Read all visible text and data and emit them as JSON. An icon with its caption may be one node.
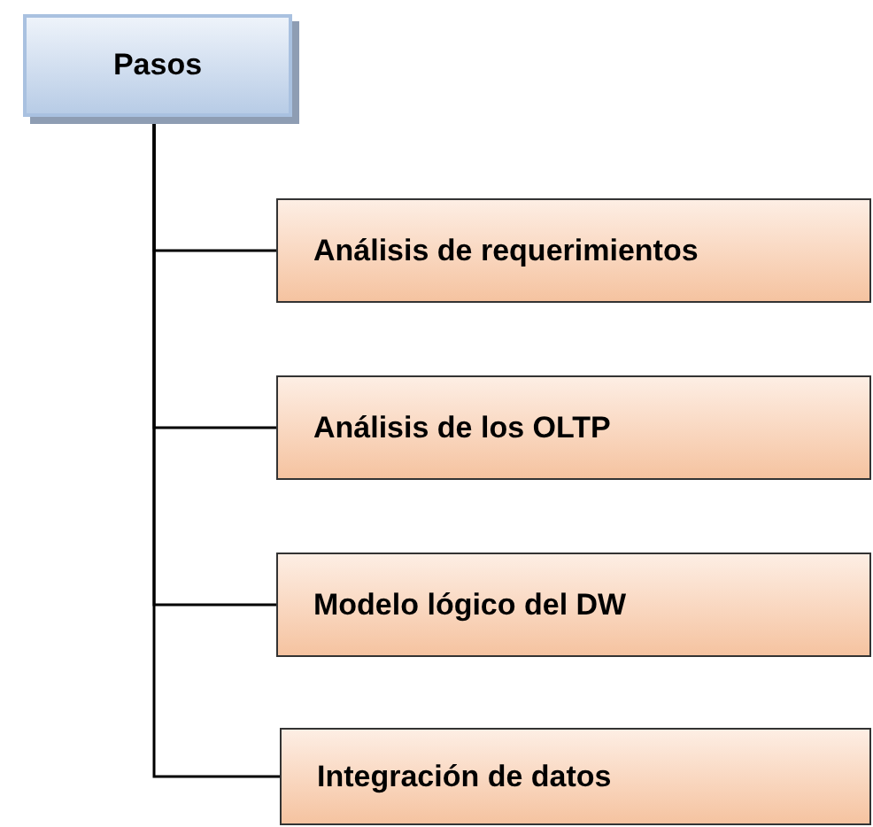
{
  "diagram": {
    "nodes": [
      {
        "text": [
          "Pasos"
        ]
      },
      {
        "text": [
          "Análisis de requerimientos"
        ]
      },
      {
        "text": [
          "Análisis de los OLTP"
        ]
      },
      {
        "text": [
          "Modelo lógico del DW"
        ]
      },
      {
        "text": [
          "Integración de datos"
        ]
      }
    ],
    "edges": [
      {
        "from": 0,
        "to": 1,
        "arrow": "none"
      },
      {
        "from": 0,
        "to": 2,
        "arrow": "none"
      },
      {
        "from": 0,
        "to": 3,
        "arrow": "none"
      },
      {
        "from": 0,
        "to": 4,
        "arrow": "none"
      }
    ]
  }
}
